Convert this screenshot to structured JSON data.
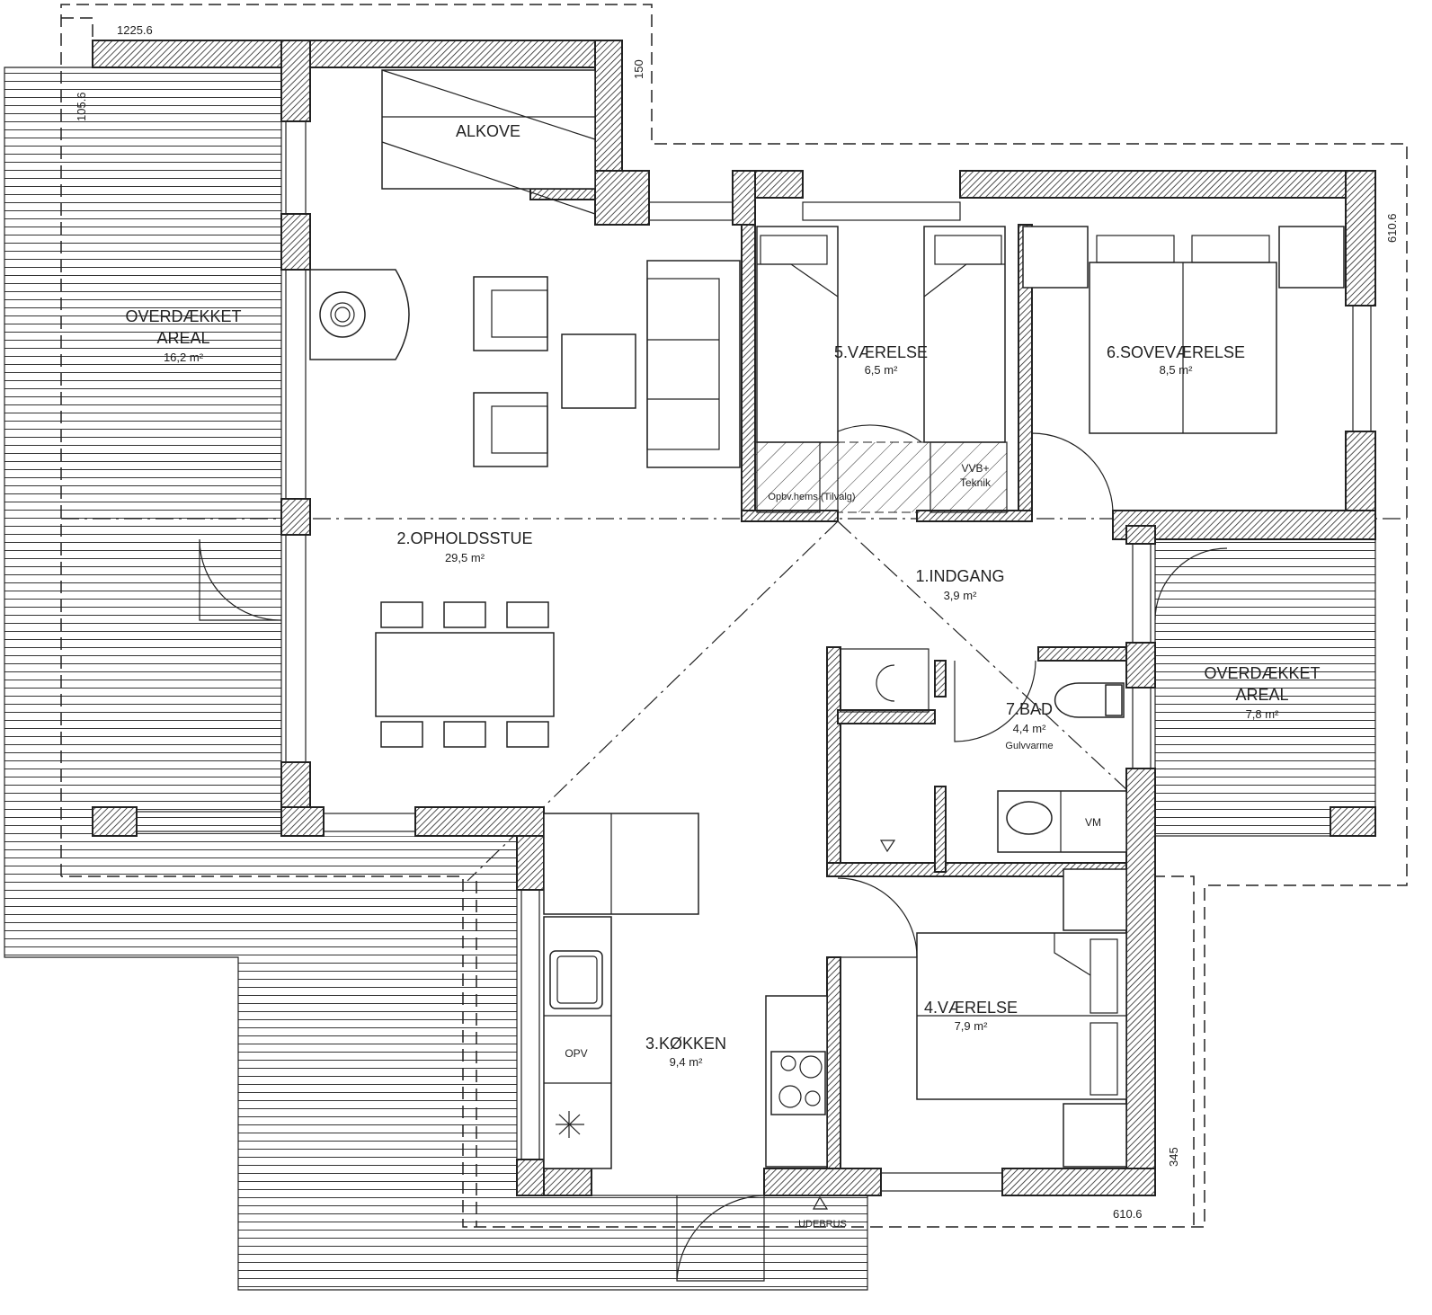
{
  "rooms": {
    "alkove": {
      "name": "ALKOVE"
    },
    "opholdsstue": {
      "name": "2.OPHOLDSSTUE",
      "area": "29,5 m²"
    },
    "vaerelse5": {
      "name": "5.VÆRELSE",
      "area": "6,5 m²"
    },
    "sovevaerelse6": {
      "name": "6.SOVEVÆRELSE",
      "area": "8,5 m²"
    },
    "indgang": {
      "name": "1.INDGANG",
      "area": "3,9 m²"
    },
    "bad": {
      "name": "7.BAD",
      "area": "4,4 m²",
      "note": "Gulvvarme"
    },
    "koekken": {
      "name": "3.KØKKEN",
      "area": "9,4 m²"
    },
    "vaerelse4": {
      "name": "4.VÆRELSE",
      "area": "7,9 m²"
    },
    "overdaekket_left": {
      "name1": "OVERDÆKKET",
      "name2": "AREAL",
      "area": "16,2 m²"
    },
    "overdaekket_right": {
      "name1": "OVERDÆKKET",
      "name2": "AREAL",
      "area": "7,8 m²"
    }
  },
  "labels": {
    "opbv": "Opbv.hems (Tilvalg)",
    "vvb1": "VVB+",
    "vvb2": "Teknik",
    "vm": "VM",
    "opv": "OPV",
    "udebrus": "UDEBRUS"
  },
  "dimensions": {
    "top_width": "1225.6",
    "left_overhang": "105.6",
    "top_overhang": "150",
    "right_depth": "610.6",
    "bottom_width": "610.6",
    "bottom_overhang": "345"
  }
}
